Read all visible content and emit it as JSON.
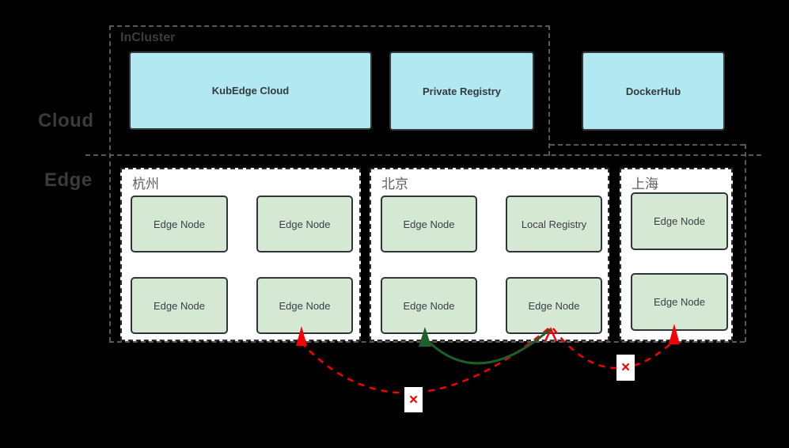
{
  "labels": {
    "cloud": "Cloud",
    "edge": "Edge",
    "incluster": "InCluster"
  },
  "cloud_nodes": [
    {
      "label": "KubEdge Cloud"
    },
    {
      "label": "Private Registry"
    },
    {
      "label": "DockerHub"
    }
  ],
  "edge_clusters": [
    {
      "name": "杭州",
      "nodes": [
        "Edge Node",
        "Edge Node",
        "Edge Node",
        "Edge Node"
      ]
    },
    {
      "name": "北京",
      "nodes": [
        "Edge Node",
        "Local Registry",
        "Edge Node",
        "Edge Node"
      ]
    },
    {
      "name": "上海",
      "nodes": [
        "Edge Node",
        "Edge Node"
      ]
    }
  ],
  "connections": [
    {
      "from": "北京 Edge Node",
      "to": "杭州 Edge Node",
      "style": "red-dashed",
      "status": "blocked",
      "mark": "×"
    },
    {
      "from": "北京 Edge Node",
      "to": "北京 Edge Node",
      "style": "green-solid",
      "status": "allowed"
    },
    {
      "from": "北京 Edge Node",
      "to": "上海 Edge Node",
      "style": "red-dashed",
      "status": "blocked",
      "mark": "×"
    }
  ],
  "marks": {
    "fail_left": "×",
    "fail_right": "×"
  },
  "colors": {
    "background": "#000000",
    "cloud_node_fill": "#b1e8f1",
    "edge_node_fill": "#d5e8d4",
    "node_border": "#33383b",
    "dashed_line": "#585858",
    "arrow_blocked": "#f70000",
    "arrow_allowed": "#1e5e28",
    "cluster_fill": "#ffffff"
  }
}
